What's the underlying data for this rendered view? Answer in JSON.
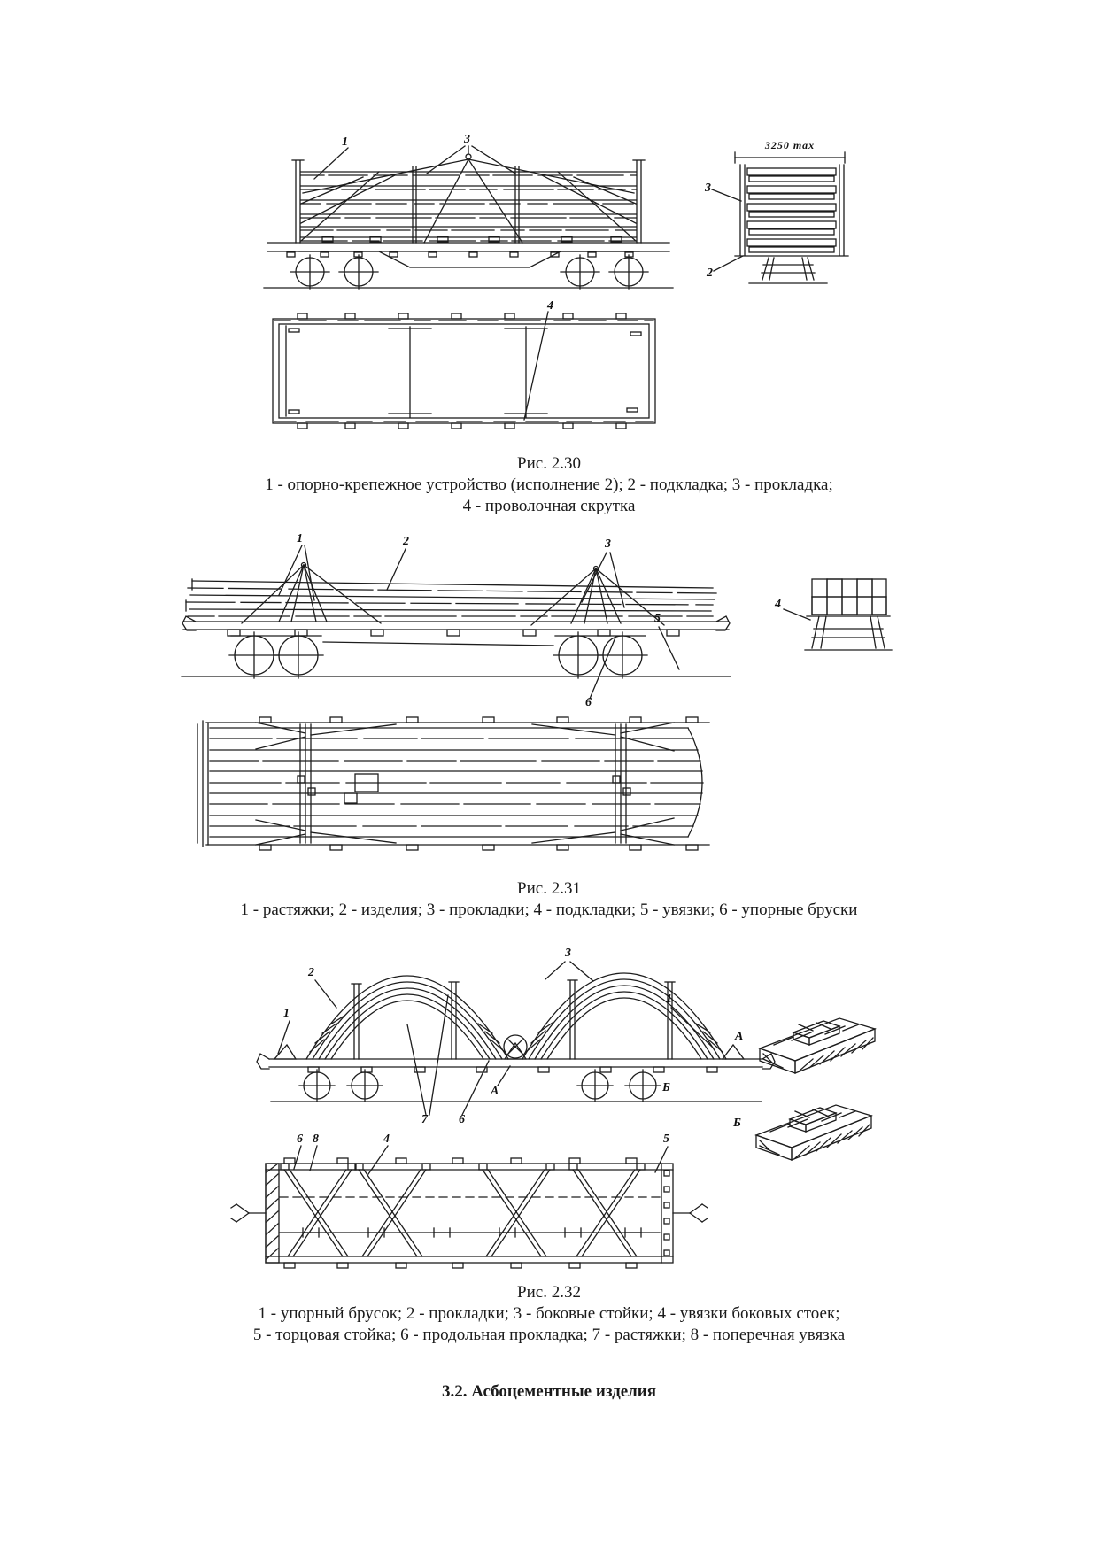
{
  "page": {
    "background": "#ffffff",
    "ink": "#1d1d1d"
  },
  "figures": [
    {
      "title": "Рис. 2.30",
      "caption_lines": [
        "1 - опорно-крепежное устройство (исполнение 2); 2 - подкладка; 3 - прокладка;",
        "4 - проволочная скрутка"
      ]
    },
    {
      "title": "Рис. 2.31",
      "caption_lines": [
        "1 - растяжки; 2 - изделия; 3 - прокладки; 4 - подкладки; 5 - увязки; 6 - упорные бруски"
      ]
    },
    {
      "title": "Рис. 2.32",
      "caption_lines": [
        "1 - упорный брусок; 2 - прокладки; 3 - боковые стойки; 4 - увязки боковых стоек;",
        "5 - торцовая стойка; 6 - продольная прокладка; 7 - растяжки; 8 - поперечная увязка"
      ]
    }
  ],
  "callouts": {
    "n1": "1",
    "n2": "2",
    "n3": "3",
    "n4": "4",
    "n5": "5",
    "n6": "6",
    "n7": "7",
    "n8": "8",
    "letter_a": "А",
    "letter_b": "Б",
    "dim_3250": "3250 max"
  },
  "section_heading": "3.2. Асбоцементные изделия"
}
